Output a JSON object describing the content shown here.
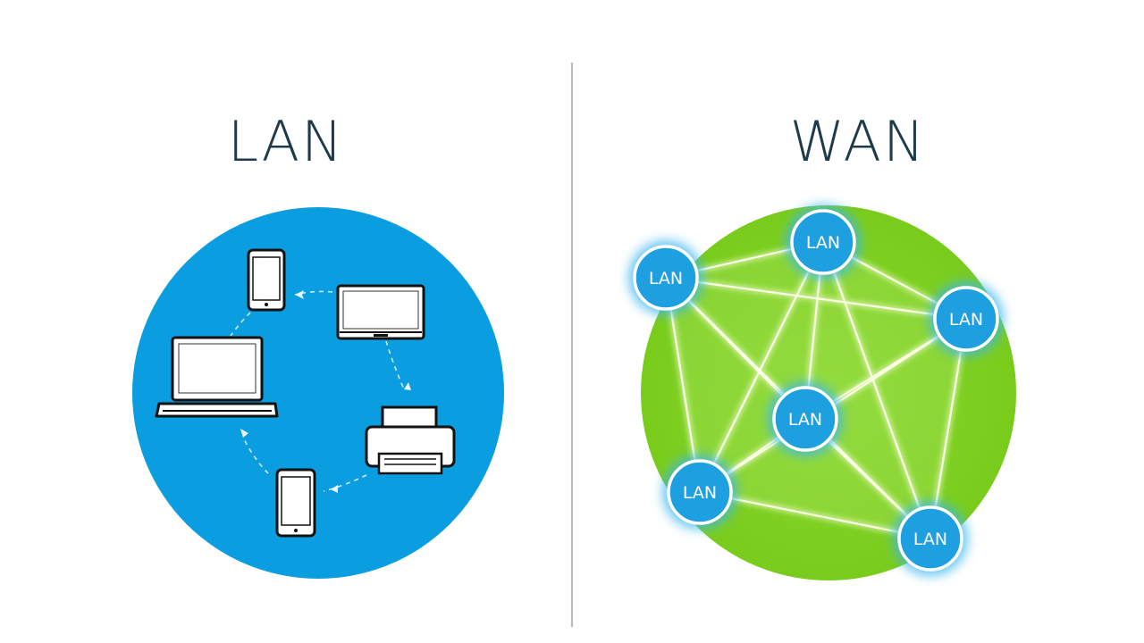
{
  "lan": {
    "title": "LAN",
    "circle_color": "#0a9de0",
    "devices": [
      {
        "name": "smartphone",
        "icon": "smartphone-icon"
      },
      {
        "name": "monitor",
        "icon": "monitor-icon"
      },
      {
        "name": "laptop",
        "icon": "laptop-icon"
      },
      {
        "name": "printer",
        "icon": "printer-icon"
      },
      {
        "name": "smartphone",
        "icon": "smartphone-icon"
      }
    ]
  },
  "wan": {
    "title": "WAN",
    "circle_color": "#7fcf22",
    "node_color": "#1d9fe0",
    "nodes": [
      {
        "label": "LAN"
      },
      {
        "label": "LAN"
      },
      {
        "label": "LAN"
      },
      {
        "label": "LAN"
      },
      {
        "label": "LAN"
      },
      {
        "label": "LAN"
      }
    ]
  }
}
